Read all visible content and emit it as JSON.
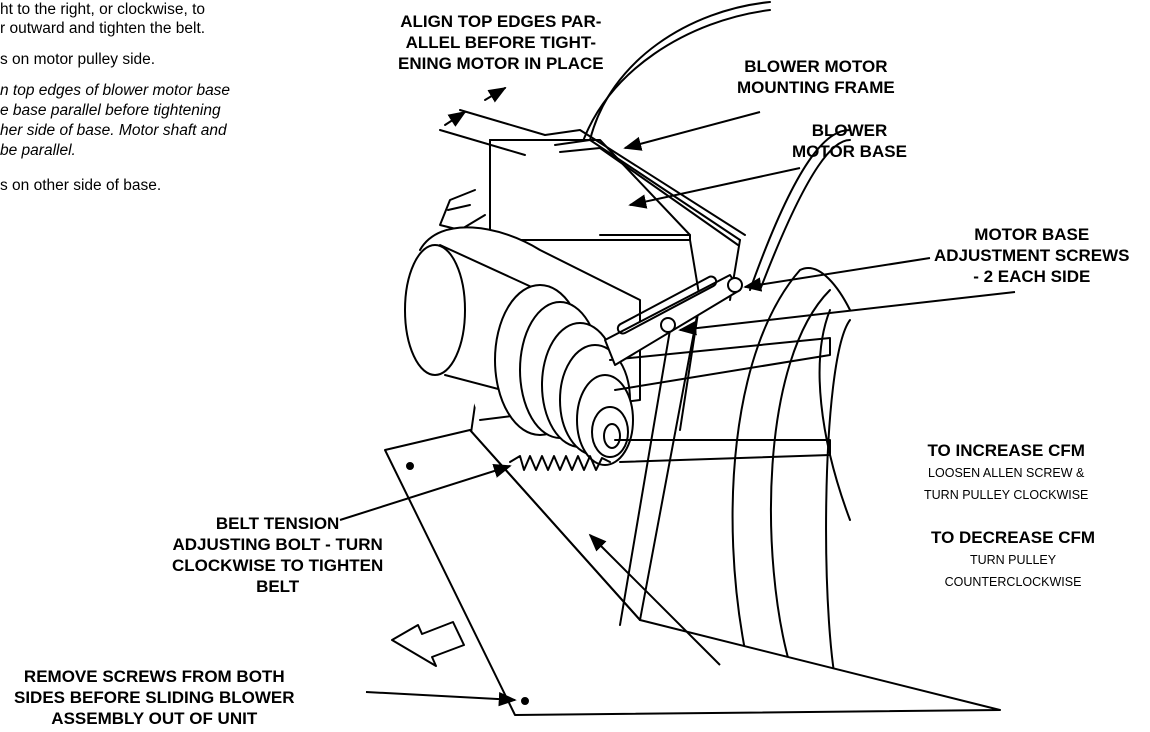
{
  "instructions": [
    {
      "text": "ht to the right, or clockwise, to",
      "italic": false
    },
    {
      "text": "r outward and tighten the belt.",
      "italic": false
    },
    {
      "text": "s on motor pulley side.",
      "italic": false
    },
    {
      "text": "n top edges of blower motor base",
      "italic": true
    },
    {
      "text": "e base parallel before tightening",
      "italic": true
    },
    {
      "text": "her side of base. Motor shaft and",
      "italic": true
    },
    {
      "text": "be parallel.",
      "italic": true
    },
    {
      "text": "s on other side of base.",
      "italic": false
    }
  ],
  "callouts": {
    "align_top": [
      "ALIGN TOP EDGES PAR-",
      "ALLEL BEFORE TIGHT-",
      "ENING MOTOR IN PLACE"
    ],
    "mounting_frame": [
      "BLOWER MOTOR",
      "MOUNTING FRAME"
    ],
    "motor_base": [
      "BLOWER",
      "MOTOR BASE"
    ],
    "adjustment_screws": [
      "MOTOR BASE",
      "ADJUSTMENT SCREWS",
      "- 2 EACH SIDE"
    ],
    "belt_tension": [
      "BELT TENSION",
      "ADJUSTING BOLT - TURN",
      "CLOCKWISE TO TIGHTEN",
      "BELT"
    ],
    "remove_screws": [
      "REMOVE SCREWS FROM BOTH",
      "SIDES BEFORE SLIDING BLOWER",
      "ASSEMBLY OUT OF UNIT"
    ]
  },
  "cfm": {
    "increase_head": "TO INCREASE CFM",
    "increase_lines": [
      "LOOSEN ALLEN SCREW &",
      "TURN PULLEY CLOCKWISE"
    ],
    "decrease_head": "TO DECREASE CFM",
    "decrease_lines": [
      "TURN PULLEY",
      "COUNTERCLOCKWISE"
    ]
  }
}
